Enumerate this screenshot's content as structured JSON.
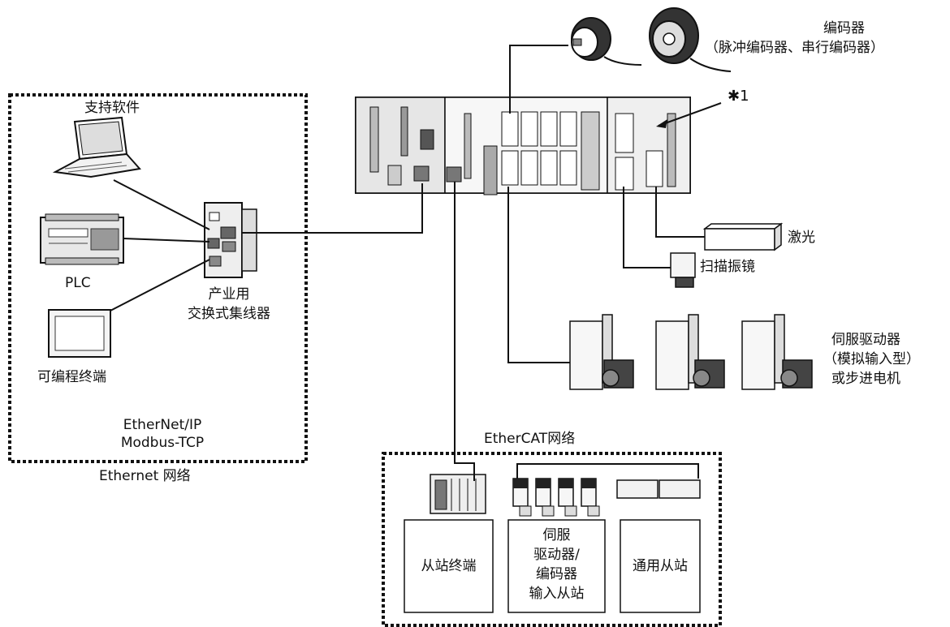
{
  "labels": {
    "encoder_line1": "编码器",
    "encoder_line2": "（脉冲编码器、串行编码器）",
    "note_marker": "✱1",
    "support_software": "支持软件",
    "plc": "PLC",
    "industrial_switch_line1": "产业用",
    "industrial_switch_line2": "交换式集线器",
    "programmable_terminal": "可编程终端",
    "ethernet_protocols_line1": "EtherNet/IP",
    "ethernet_protocols_line2": "Modbus-TCP",
    "ethernet_network": "Ethernet 网络",
    "laser": "激光",
    "galvo_scanner": "扫描振镜",
    "servo_line1": "伺服驱动器",
    "servo_line2": "（模拟输入型）",
    "servo_line3": "或步进电机",
    "ethercat_network": "EtherCAT网络",
    "box_slave_terminal": "从站终端",
    "box_servo_line1": "伺服",
    "box_servo_line2": "驱动器/",
    "box_servo_line3": "编码器",
    "box_servo_line4": "输入从站",
    "box_general_slave": "通用从站"
  }
}
